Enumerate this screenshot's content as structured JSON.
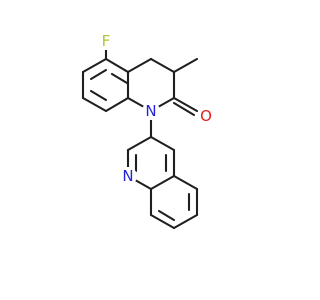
{
  "colors": {
    "background": "#ffffff",
    "bond": "#1f1f1f",
    "fluorine": "#b5c536",
    "nitrogen": "#2323d8",
    "oxygen": "#e32020"
  },
  "atoms": [
    {
      "id": "F",
      "label": "F",
      "color": "fluorine"
    },
    {
      "id": "O",
      "label": "O",
      "color": "oxygen"
    },
    {
      "id": "N1",
      "label": "N",
      "color": "nitrogen"
    },
    {
      "id": "N2",
      "label": "N",
      "color": "nitrogen"
    }
  ]
}
